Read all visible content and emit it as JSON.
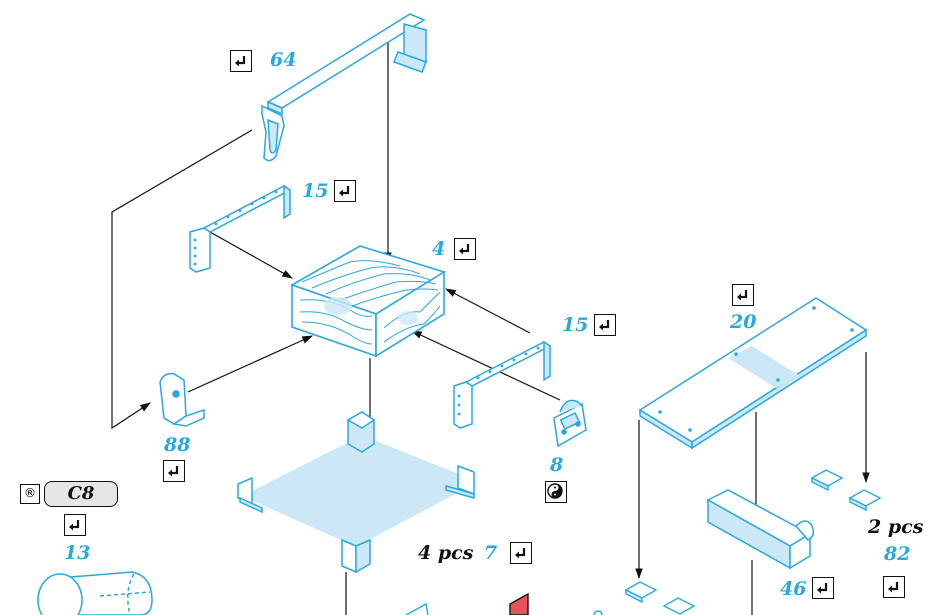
{
  "parts": {
    "part_64": "64",
    "part_15a": "15",
    "part_4": "4",
    "part_15b": "15",
    "part_20": "20",
    "part_88": "88",
    "part_8": "8",
    "part_7": "7",
    "part_7_qty": "4 pcs",
    "part_13": "13",
    "part_13_code": "C8",
    "part_46": "46",
    "part_82": "82",
    "part_82_qty": "2 pcs"
  },
  "colors": {
    "accent": "#29a8e0",
    "fill": "#cce8f7",
    "line": "#111111"
  }
}
